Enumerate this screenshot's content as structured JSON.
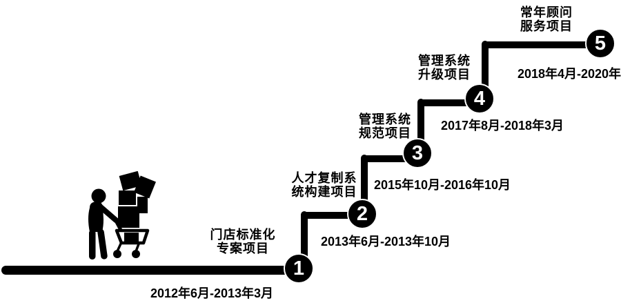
{
  "colors": {
    "ink": "#000000",
    "background": "#ffffff",
    "step_number_color": "#ffffff"
  },
  "icons": {
    "shopper": "person-pushing-shopping-cart-with-boxes"
  },
  "steps": [
    {
      "num": "1",
      "label": "门店标准化\n专案项目",
      "date": "2012年6月-2013年3月"
    },
    {
      "num": "2",
      "label": "人才复制系\n统构建项目",
      "date": "2013年6月-2013年10月"
    },
    {
      "num": "3",
      "label": "管理系统\n规范项目",
      "date": "2015年10月-2016年10月"
    },
    {
      "num": "4",
      "label": "管理系统\n升级项目",
      "date": "2017年8月-2018年3月"
    },
    {
      "num": "5",
      "label": "常年顾问\n服务项目",
      "date": "2018年4月-2020年"
    }
  ]
}
